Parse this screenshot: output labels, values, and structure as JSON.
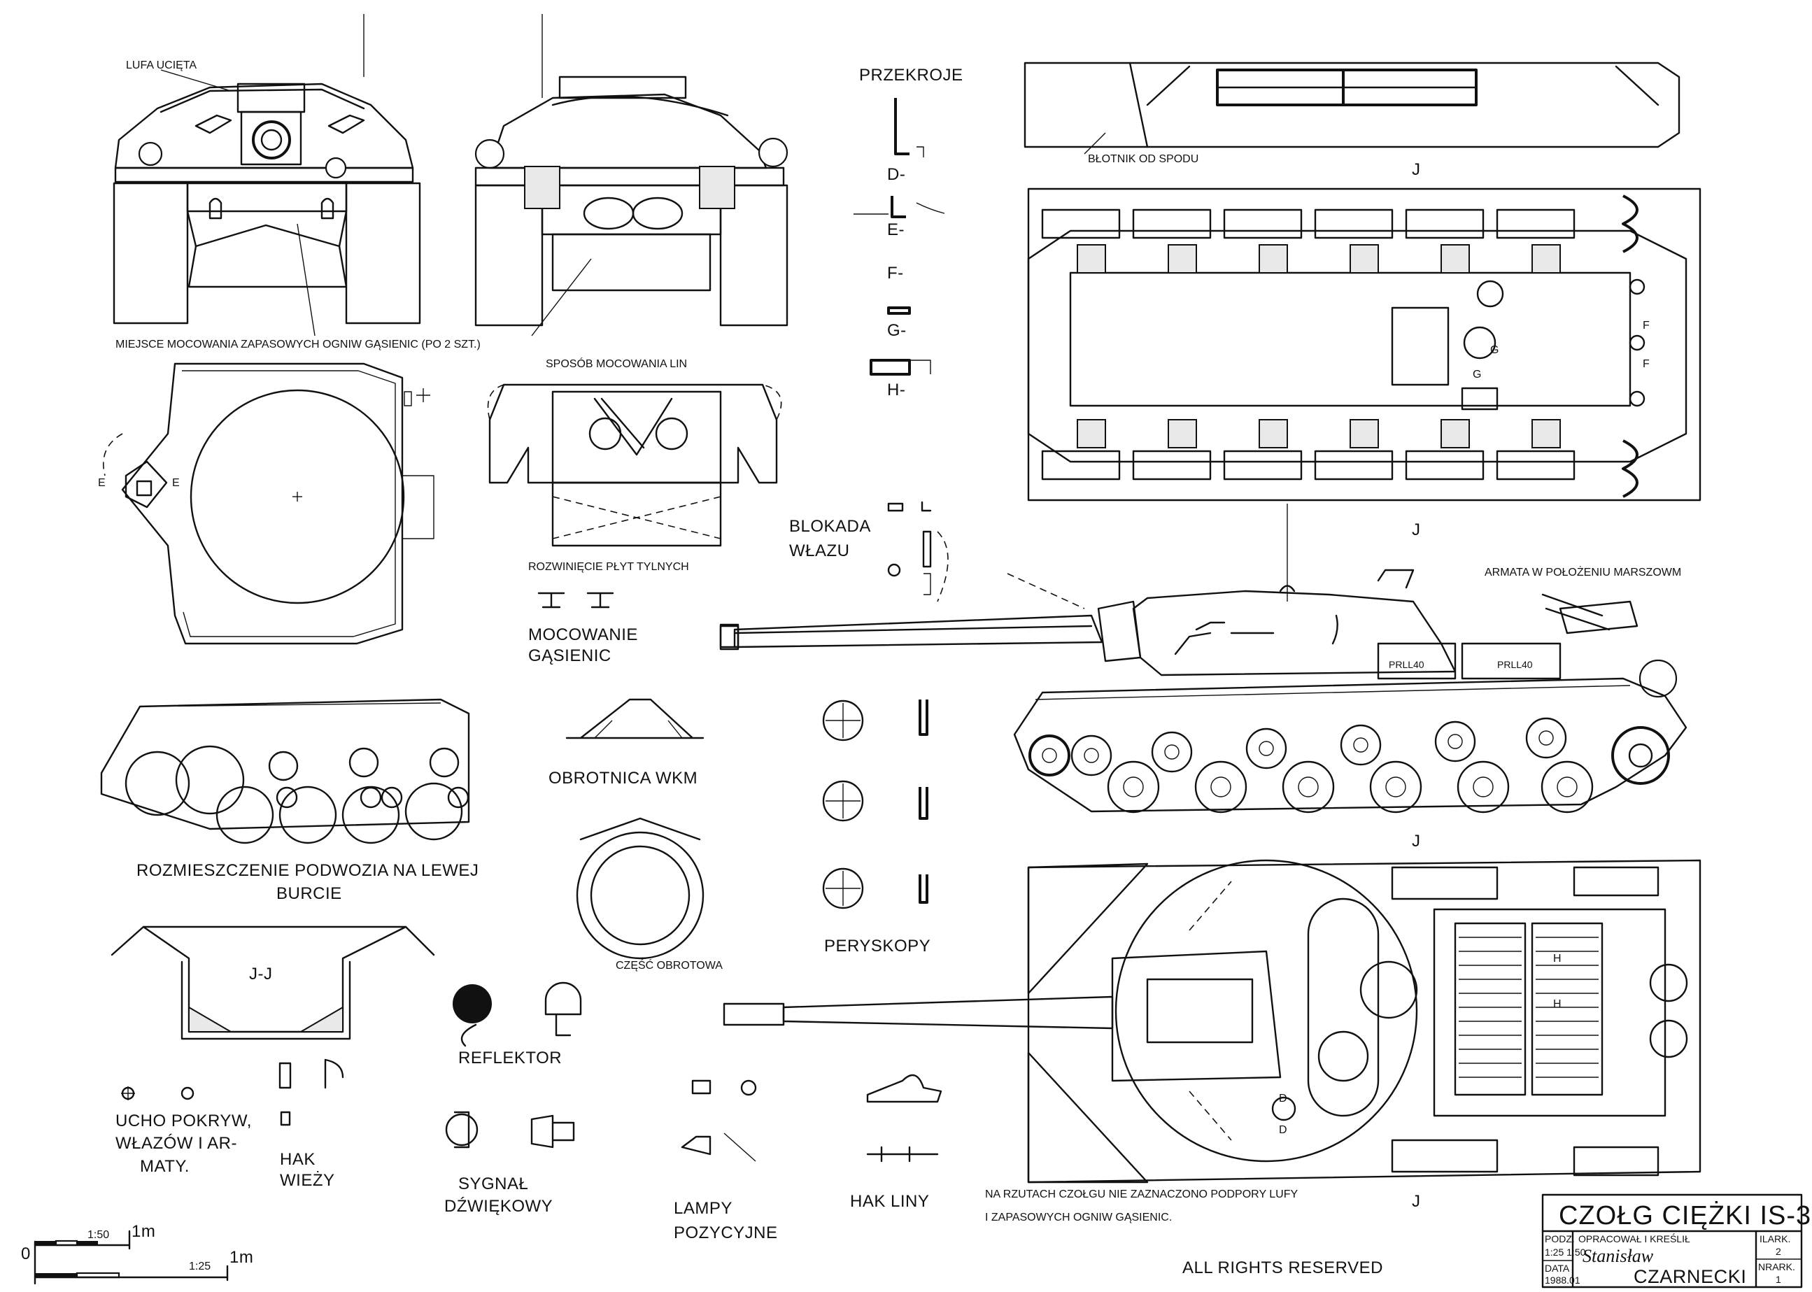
{
  "labels": {
    "lufa": "LUFA UCIĘTA",
    "miejsce": "MIEJSCE MOCOWANIA ZAPASOWYCH OGNIW GĄSIENIC (PO 2 SZT.)",
    "sposob": "SPOSÓB MOCOWANIA LIN",
    "rozwiniecie": "ROZWINIĘCIE PŁYT TYLNYCH",
    "mocowanie1": "MOCOWANIE",
    "mocowanie2": "GĄSIENIC",
    "przekroje": "PRZEKROJE",
    "blokada1": "BLOKADA",
    "blokada2": "WŁAZU",
    "blotnik": "BŁOTNIK OD SPODU",
    "armata": "ARMATA W POŁOŻENIU MARSZOWM",
    "obrotnica": "OBROTNICA WKM",
    "czesc": "CZĘŚĆ OBROTOWA",
    "peryskopy": "PERYSKOPY",
    "rozm1": "ROZMIESZCZENIE PODWOZIA NA LEWEJ",
    "rozm2": "BURCIE",
    "reflektor": "REFLEKTOR",
    "ucho1": "UCHO POKRYW,",
    "ucho2": "WŁAZÓW I AR-",
    "ucho3": "MATY.",
    "hak1": "HAK",
    "hak2": "WIEŻY",
    "sygnal1": "SYGNAŁ",
    "sygnal2": "DŹWIĘKOWY",
    "lampy1": "LAMPY",
    "lampy2": "POZYCYJNE",
    "hakliny": "HAK LINY",
    "note1": "NA RZUTACH CZOŁGU NIE ZAZNACZONO PODPORY LUFY",
    "note2": "I ZAPASOWYCH OGNIW GĄSIENIC.",
    "rights": "ALL RIGHTS RESERVED",
    "jj": "J-J",
    "panel": "PRLL40"
  },
  "sections": {
    "d": "D-",
    "e": "E-",
    "f": "F-",
    "g": "G-",
    "h": "H-",
    "j": "J",
    "e_mark": "E",
    "f_mark": "F",
    "g_mark": "G",
    "h_mark": "H",
    "d_mark": "D"
  },
  "scale": {
    "zero": "0",
    "s50": "1:50",
    "s25": "1:25",
    "m1": "1m",
    "m2": "1m"
  },
  "title_block": {
    "title": "CZOŁG CIĘŻKI IS-3",
    "podz_label": "PODZ.",
    "podz_value": "1:25 1:50",
    "data_label": "DATA",
    "data_value": "1988.01",
    "author_label": "OPRACOWAŁ I KREŚLIŁ",
    "author_first": "Stanisław",
    "author_last": "CZARNECKI",
    "ark_label": "ILARK.",
    "ark_value": "2",
    "nr_label": "NRARK.",
    "nr_value": "1"
  },
  "colors": {
    "ink": "#111111",
    "paper": "#ffffff",
    "tint": "#e9e9e9"
  }
}
